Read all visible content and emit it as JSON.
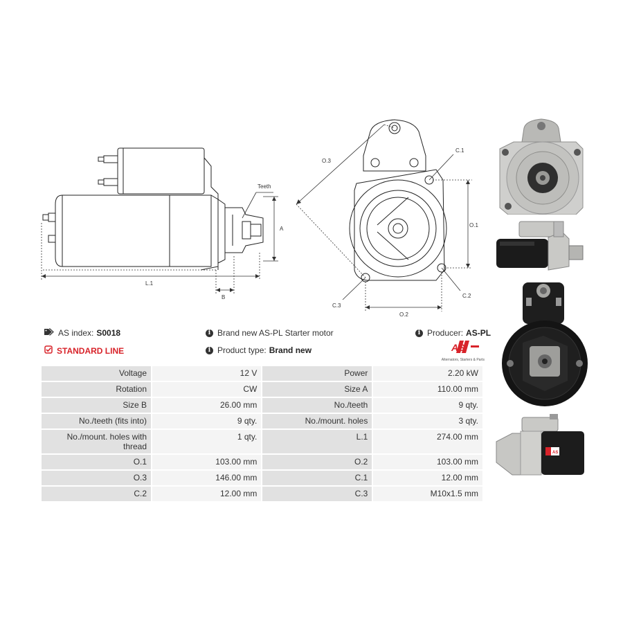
{
  "drawing_side": {
    "labels": {
      "teeth": "Teeth",
      "a": "A",
      "b": "B",
      "l1": "L.1"
    }
  },
  "drawing_front": {
    "labels": {
      "o3": "O.3",
      "c1": "C.1",
      "o1": "O.1",
      "c2": "C.2",
      "c3": "C.3",
      "o2": "O.2"
    }
  },
  "info": {
    "as_index_label": "AS index:",
    "as_index_value": "S0018",
    "line": "STANDARD LINE",
    "description": "Brand new AS-PL Starter motor",
    "product_type_label": "Product type:",
    "product_type_value": "Brand new",
    "producer_label": "Producer:",
    "producer_value": "AS-PL",
    "logo_text": "AS",
    "logo_tagline": "Alternators, Starters & Parts"
  },
  "specs": [
    {
      "l1": "Voltage",
      "v1": "12 V",
      "l2": "Power",
      "v2": "2.20 kW"
    },
    {
      "l1": "Rotation",
      "v1": "CW",
      "l2": "Size A",
      "v2": "110.00 mm"
    },
    {
      "l1": "Size B",
      "v1": "26.00 mm",
      "l2": "No./teeth",
      "v2": "9 qty."
    },
    {
      "l1": "No./teeth (fits into)",
      "v1": "9 qty.",
      "l2": "No./mount. holes",
      "v2": "3 qty."
    },
    {
      "l1": "No./mount. holes with thread",
      "v1": "1 qty.",
      "l2": "L.1",
      "v2": "274.00 mm"
    },
    {
      "l1": "O.1",
      "v1": "103.00 mm",
      "l2": "O.2",
      "v2": "103.00 mm"
    },
    {
      "l1": "O.3",
      "v1": "146.00 mm",
      "l2": "C.1",
      "v2": "12.00 mm"
    },
    {
      "l1": "C.2",
      "v1": "12.00 mm",
      "l2": "C.3",
      "v2": "M10x1.5 mm"
    }
  ],
  "photos": {
    "badge_text": "AS"
  },
  "colors": {
    "accent_red": "#d8232a",
    "label_bg": "#e1e1e1",
    "value_bg": "#f4f4f4"
  }
}
